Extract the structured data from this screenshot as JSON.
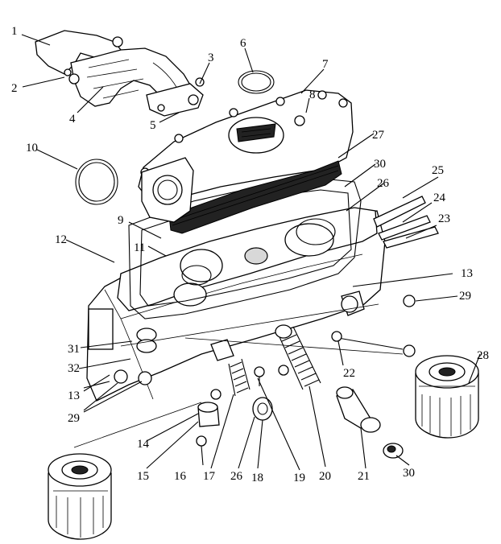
{
  "callouts": [
    {
      "id": "c1",
      "text": "1"
    },
    {
      "id": "c2",
      "text": "2"
    },
    {
      "id": "c3",
      "text": "3"
    },
    {
      "id": "c4",
      "text": "4"
    },
    {
      "id": "c5",
      "text": "5"
    },
    {
      "id": "c6",
      "text": "6"
    },
    {
      "id": "c7",
      "text": "7"
    },
    {
      "id": "c8",
      "text": "8"
    },
    {
      "id": "c9",
      "text": "9"
    },
    {
      "id": "c10",
      "text": "10"
    },
    {
      "id": "c11",
      "text": "11"
    },
    {
      "id": "c12",
      "text": "12"
    },
    {
      "id": "c13a",
      "text": "13"
    },
    {
      "id": "c13b",
      "text": "13"
    },
    {
      "id": "c14",
      "text": "14"
    },
    {
      "id": "c15",
      "text": "15"
    },
    {
      "id": "c16",
      "text": "16"
    },
    {
      "id": "c17",
      "text": "17"
    },
    {
      "id": "c18",
      "text": "18"
    },
    {
      "id": "c19",
      "text": "19"
    },
    {
      "id": "c20",
      "text": "20"
    },
    {
      "id": "c21",
      "text": "21"
    },
    {
      "id": "c22",
      "text": "22"
    },
    {
      "id": "c23",
      "text": "23"
    },
    {
      "id": "c24",
      "text": "24"
    },
    {
      "id": "c25",
      "text": "25"
    },
    {
      "id": "c26a",
      "text": "26"
    },
    {
      "id": "c26b",
      "text": "26"
    },
    {
      "id": "c27",
      "text": "27"
    },
    {
      "id": "c28",
      "text": "28"
    },
    {
      "id": "c29a",
      "text": "29"
    },
    {
      "id": "c29b",
      "text": "29"
    },
    {
      "id": "c30a",
      "text": "30"
    },
    {
      "id": "c30b",
      "text": "30"
    },
    {
      "id": "c31",
      "text": "31"
    },
    {
      "id": "c32",
      "text": "32"
    }
  ]
}
